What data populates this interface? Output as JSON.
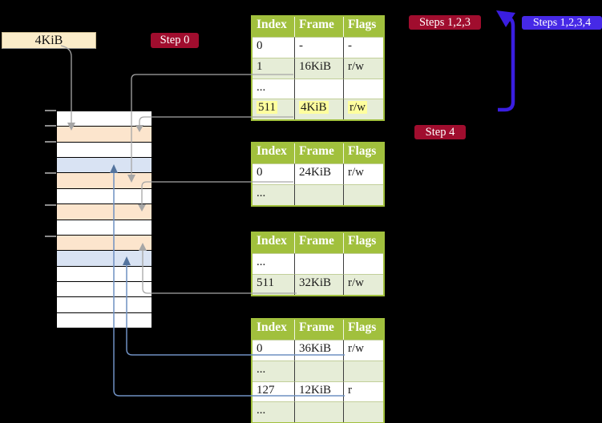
{
  "labels": {
    "page_size": "4KiB",
    "step0": "Step 0",
    "steps123": "Steps 1,2,3",
    "steps1234": "Steps 1,2,3,4",
    "step4": "Step 4"
  },
  "table_headers": [
    "Index",
    "Frame",
    "Flags"
  ],
  "tables": [
    {
      "name": "page-table-1",
      "rows": [
        {
          "cells": [
            "0",
            "-",
            "-"
          ],
          "shade": false,
          "highlight": false
        },
        {
          "cells": [
            "1",
            "16KiB",
            "r/w"
          ],
          "shade": true,
          "highlight": false
        },
        {
          "cells": [
            "...",
            "",
            ""
          ],
          "shade": false,
          "highlight": false
        },
        {
          "cells": [
            "511",
            "4KiB",
            "r/w"
          ],
          "shade": true,
          "highlight": true
        }
      ]
    },
    {
      "name": "page-table-2",
      "rows": [
        {
          "cells": [
            "0",
            "24KiB",
            "r/w"
          ],
          "shade": false,
          "highlight": false
        },
        {
          "cells": [
            "...",
            "",
            ""
          ],
          "shade": true,
          "highlight": false
        }
      ]
    },
    {
      "name": "page-table-3",
      "rows": [
        {
          "cells": [
            "...",
            "",
            ""
          ],
          "shade": false,
          "highlight": false
        },
        {
          "cells": [
            "511",
            "32KiB",
            "r/w"
          ],
          "shade": true,
          "highlight": false
        }
      ]
    },
    {
      "name": "page-table-4",
      "rows": [
        {
          "cells": [
            "0",
            "36KiB",
            "r/w"
          ],
          "shade": false,
          "highlight": false
        },
        {
          "cells": [
            "...",
            "",
            ""
          ],
          "shade": true,
          "highlight": false
        },
        {
          "cells": [
            "127",
            "12KiB",
            "r"
          ],
          "shade": false,
          "highlight": false
        },
        {
          "cells": [
            "...",
            "",
            ""
          ],
          "shade": true,
          "highlight": false
        }
      ]
    }
  ],
  "memory": {
    "rows": [
      "free",
      "page_table",
      "free",
      "mapped_page",
      "page_table",
      "free",
      "page_table",
      "free",
      "page_table",
      "mapped_page",
      "free",
      "free",
      "free",
      "free"
    ]
  },
  "colors": {
    "background": "#000000",
    "label_cream": "#fbecc9",
    "badge_crimson": "#a00d2e",
    "badge_blue": "#4629e6",
    "big_arrow_blue": "#3a1ee0",
    "table_header_green": "#a1c03d",
    "table_row_green": "#e6edd7",
    "highlight_yellow": "#ffff9e",
    "memory_page_table": "#fce5cd",
    "memory_mapped_page": "#d9e3f3",
    "memory_free": "#ffffff",
    "connector_gray": "#a6a6a6",
    "connector_blue": "#6f90c2",
    "connector_blue_head": "#54749e"
  }
}
